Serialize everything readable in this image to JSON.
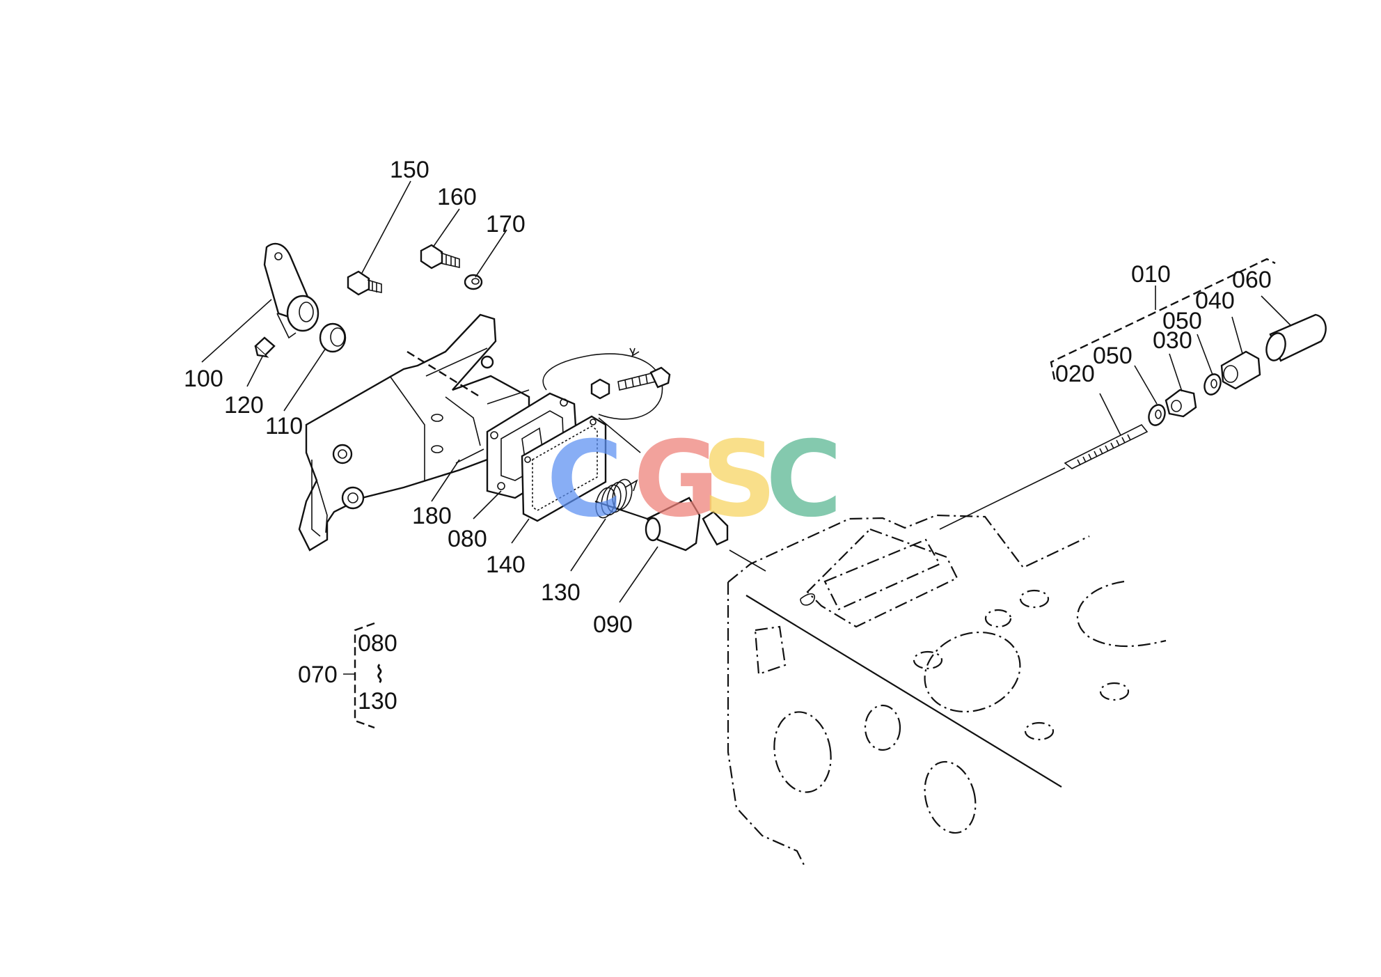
{
  "labels": {
    "p010": "010",
    "p020": "020",
    "p030": "030",
    "p040": "040",
    "p050a": "050",
    "p050b": "050",
    "p060": "060",
    "p070": "070",
    "p080": "080",
    "p090": "090",
    "p100": "100",
    "p110": "110",
    "p120": "120",
    "p130": "130",
    "p140": "140",
    "p150": "150",
    "p160": "160",
    "p170": "170",
    "p180": "180",
    "p080_range": "080",
    "range_sep": "⌇",
    "p130_range": "130"
  },
  "watermark": {
    "letters": [
      "C",
      "G",
      "S",
      "C"
    ],
    "colors": [
      "#5b8ff2",
      "#ee7f77",
      "#f7d45e",
      "#55b58f"
    ]
  }
}
